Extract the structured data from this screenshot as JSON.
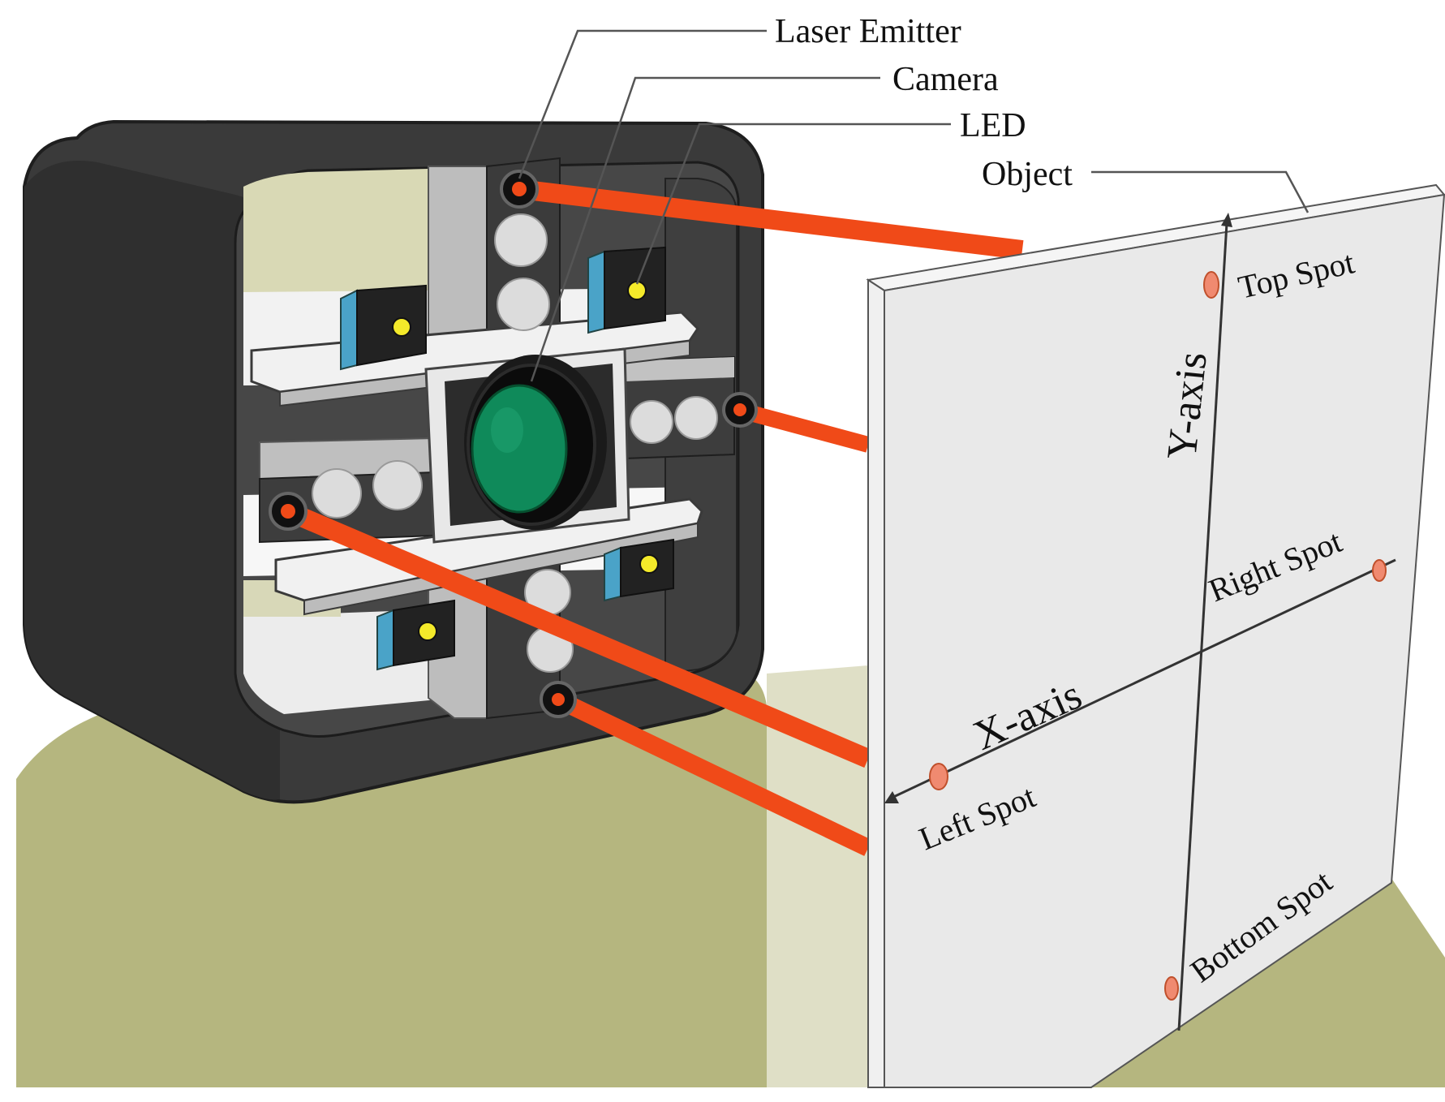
{
  "callouts": {
    "laser_emitter": "Laser Emitter",
    "camera": "Camera",
    "led": "LED",
    "object": "Object"
  },
  "spots": {
    "top": "Top Spot",
    "right": "Right Spot",
    "left": "Left Spot",
    "bottom": "Bottom Spot"
  },
  "axes": {
    "x": "X-axis",
    "y": "Y-axis"
  },
  "colors": {
    "laser_beam": "#f04a18",
    "housing": "#3a3a3a",
    "lens": "#0f8a5a",
    "led_block": "#4aa3c8",
    "led_light": "#f4ea2a",
    "ground": "#b5b67f",
    "panel": "#e9e9e9",
    "laser_spot": "#f08a70"
  }
}
